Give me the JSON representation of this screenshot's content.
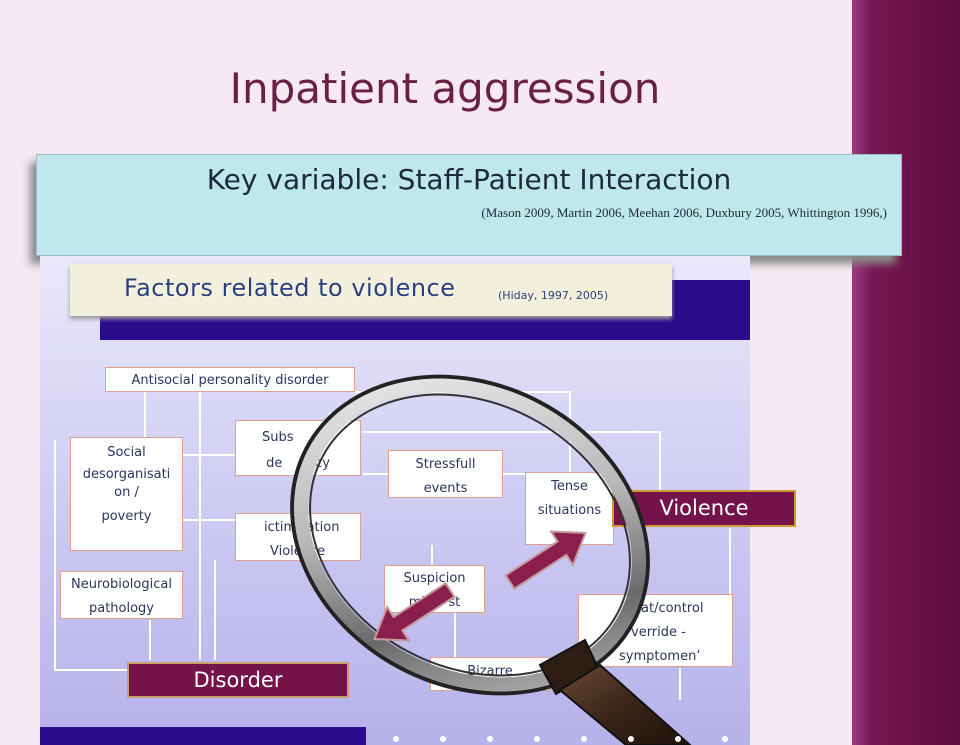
{
  "slide": {
    "title": "Inpatient aggression",
    "key_variable": "Key variable: Staff-Patient Interaction",
    "key_citation": "(Mason 2009, Martin 2006, Meehan 2006, Duxbury 2005, Whittington 1996,)",
    "factors_title": "Factors related to violence",
    "factors_citation": "(Hiday, 1997, 2005)"
  },
  "diagram": {
    "antisocial": "Antisocial personality disorder",
    "social": [
      "Social",
      "desorganisati",
      "on /",
      "poverty"
    ],
    "substance": [
      "Subs",
      "de    ency"
    ],
    "victimization": [
      "ictimization",
      "Violence"
    ],
    "stressfull": [
      "Stressfull",
      "events"
    ],
    "tense": [
      "Tense",
      "situations"
    ],
    "violence": "Violence",
    "neuro": [
      "Neurobiological",
      "pathology"
    ],
    "suspicion": [
      "Suspicion",
      "mis    st"
    ],
    "threat": [
      "at/control",
      "verride -",
      "symptomen’"
    ],
    "disorder": "Disorder",
    "bizarre": "Bizarre"
  },
  "colors": {
    "title": "#6a1f45",
    "accent_dark": "#74124a",
    "navy": "#2b0c8c",
    "keybox": "#bfe8ec"
  },
  "icons": [
    "magnifying-glass-icon",
    "arrow-right-icon",
    "arrow-left-icon"
  ]
}
